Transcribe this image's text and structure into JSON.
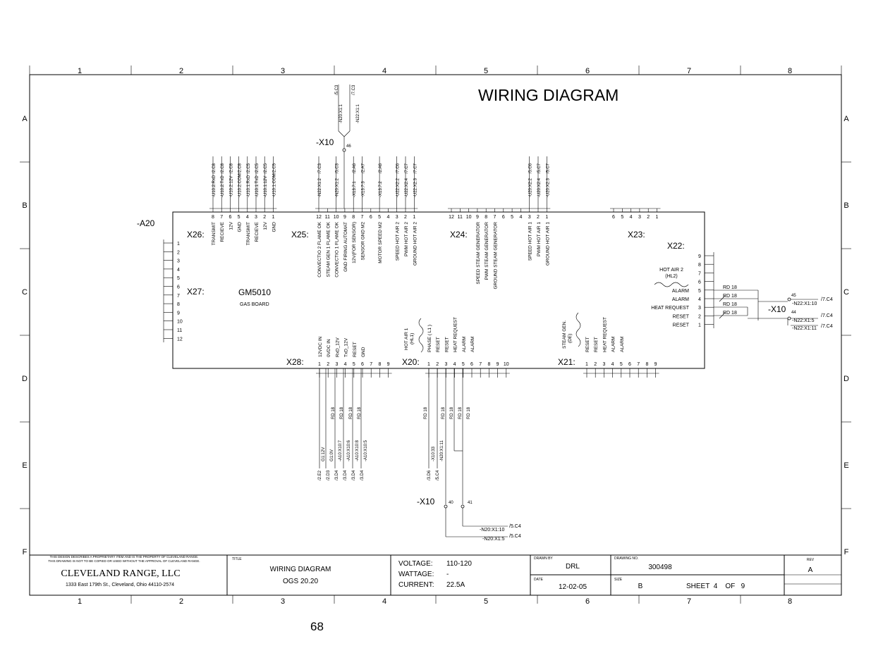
{
  "drawing": {
    "heading": "WIRING DIAGRAM",
    "zone_cols": [
      "1",
      "2",
      "3",
      "4",
      "5",
      "6",
      "7",
      "8"
    ],
    "zone_rows": [
      "A",
      "B",
      "C",
      "D",
      "E",
      "F"
    ]
  },
  "board": {
    "ref": "-A20",
    "model": "GM5010",
    "desc": "GAS BOARD",
    "x26": {
      "name": "X26:",
      "pins": [
        "8",
        "7",
        "6",
        "5",
        "4",
        "3",
        "2",
        "1"
      ],
      "signals": [
        "TRANSMIT",
        "RECIEVE",
        "12V",
        "GND",
        "TRANSMIT",
        "RECIEVE",
        "12V",
        "GND"
      ],
      "refs": [
        "-U10.2:RxD",
        "-U10.2:TxD",
        "-U10.2:12V",
        "-U10.2:COM",
        "-U10.1:RxD",
        "-U10.1:TxD",
        "-U10.1:12V",
        "-U10.1:COM"
      ],
      "zones": [
        "/2.C8",
        "/2.C8",
        "/2.C8",
        "/2.C8",
        "/2.C5",
        "/2.C5",
        "/2.C5",
        "/2.C5"
      ]
    },
    "x25": {
      "name": "X25:",
      "pins": [
        "12",
        "11",
        "10",
        "9",
        "8",
        "7",
        "6",
        "5",
        "4",
        "3",
        "2",
        "1"
      ],
      "signals": [
        "CONVECTIO 2 FLAME OK",
        "STEAM GEN 1 FLAME OK",
        "CONVECTIO 1 FLAME OK",
        "GND FIRING AUTOMAT",
        "12V(FOR SENSOR)",
        "SENSOR GND M2",
        "",
        "MOTOR SPEED M2",
        "",
        "SPEED HOT AIR 2",
        "PWM HOT AIR 2",
        "GROUND HOT AIR 2"
      ],
      "refs": [
        "-N22:X1:2",
        "",
        "-N20:X1:2",
        "",
        "-X13.7:1",
        "-X13.7:3",
        "",
        "-X13.7:2",
        "",
        "-U22:X2:2",
        "-U22:X2:4",
        "-U22:X2:3"
      ],
      "zones": [
        "/7.C3",
        "",
        "/5.C3",
        "",
        "/2.A6",
        "/2.A7",
        "",
        "/2.A6",
        "",
        "/7.C6",
        "/7.C7",
        "/7.C7"
      ]
    },
    "x24": {
      "name": "X24:",
      "pins": [
        "12",
        "11",
        "10",
        "9",
        "8",
        "7",
        "6",
        "5",
        "4",
        "3",
        "2",
        "1"
      ],
      "signals": [
        "",
        "",
        "",
        "SPEED STEAM GENERATOR",
        "PWM STEAM GENERATOR",
        "GROUND STEAM GENERATOR",
        "",
        "",
        "",
        "SPEED HOT AIR 1",
        "PWM HOT AIR 1",
        "GROUND HOT AIR 1"
      ],
      "refs": [
        "-U20:X2:2",
        "-U20:X2:4",
        "-U20:X2:3"
      ],
      "zones": [
        "/5.C6",
        "/5.C7",
        "/5.C7"
      ]
    },
    "x23": {
      "name": "X23:",
      "pins": [
        "6",
        "5",
        "4",
        "3",
        "2",
        "1"
      ]
    },
    "x22": {
      "name": "X22:",
      "pins": [
        "9",
        "8",
        "7",
        "6",
        "5",
        "4",
        "3",
        "2",
        "1"
      ],
      "group": "HOT AIR 2",
      "group_sub": "(HL2)",
      "signals": [
        "",
        "",
        "",
        "",
        "ALARM",
        "ALARM",
        "HEAT REQUEST",
        "RESET",
        "RESET"
      ]
    },
    "x27": {
      "name": "X27:",
      "pins": [
        "1",
        "2",
        "3",
        "4",
        "5",
        "6",
        "7",
        "8",
        "9",
        "10",
        "11",
        "12"
      ]
    },
    "x28": {
      "name": "X28:",
      "pins": [
        "1",
        "2",
        "3",
        "4",
        "5",
        "6",
        "7",
        "8",
        "9"
      ],
      "signals": [
        "12VDC IN",
        "0VDC IN",
        "RxD_12V",
        "TxD_12V",
        "RESET",
        "GND"
      ]
    },
    "x20": {
      "name": "X20:",
      "pins": [
        "1",
        "2",
        "3",
        "4",
        "5",
        "6",
        "7",
        "8",
        "9",
        "10"
      ],
      "group": "HOT AIR 1",
      "group_sub": "(HL1)",
      "phase": "PHASE ( L1 )",
      "signals": [
        "RESET",
        "RESET",
        "HEAT REQUEST",
        "ALARM",
        "ALARM"
      ]
    },
    "x21": {
      "name": "X21:",
      "pins": [
        "1",
        "2",
        "3",
        "4",
        "5",
        "6",
        "7",
        "8",
        "9"
      ],
      "group": "STEAM GEN.",
      "group_sub": "(DE)",
      "signals": [
        "RESET",
        "RESET",
        "HEAT REQUEST",
        "ALARM",
        "ALARM"
      ]
    }
  },
  "terminals": {
    "x10_top": {
      "name": "-X10",
      "num": "46",
      "refs": [
        "-N20:X1:1",
        "-N22:X1:1"
      ],
      "zones": [
        "/5.C3",
        "/7.C3"
      ]
    },
    "x10_right": {
      "name": "-X10",
      "wire": "RD 18",
      "nums": [
        "45",
        "44"
      ],
      "refs": [
        "-N22:X1:10",
        "-N22:X1:5",
        "-N22:X1:11"
      ],
      "zones": [
        "/7.C4",
        "/7.C4",
        "/7.C4"
      ]
    },
    "x10_bottom": {
      "name": "-X10",
      "nums": [
        "40",
        "41"
      ],
      "refs": [
        "-N20:X1:10",
        "-N20:X1:5"
      ],
      "zones": [
        "/5.C4",
        "/5.C4"
      ]
    },
    "x28_wires": {
      "colors": [
        "RD 18",
        "RD 18",
        "RD 18",
        "RD 18"
      ],
      "refs": [
        "G1:12V",
        "G1:0V",
        "-A10:X10:7",
        "-A10:X10:6",
        "-A10:X10:8",
        "-A10:X10:5"
      ],
      "zones": [
        "/2.E2",
        "/2.D3",
        "/3.D4",
        "/3.D4",
        "/3.D4",
        "/3.D4"
      ]
    },
    "x20_wires": {
      "colors": [
        "RD 18",
        "RD 18",
        "RD 18",
        "RD 18",
        "RD 18"
      ],
      "refs": [
        "-X10:33",
        "-N20:X1:11"
      ],
      "zones": [
        "/3.D6",
        "/5.C4"
      ]
    }
  },
  "title_block": {
    "notice_line1": "THIS DESIGN DESCRIBES A PROPRIETARY ITEM AND IS THE PROPERTY OF CLEVELAND RANGE.",
    "notice_line2": "THIS DRAWING IS NOT TO BE COPIED OR USED WITHOUT THE APPROVAL OF CLEVELAND RANGE.",
    "company": "CLEVELAND RANGE, LLC",
    "address": "1333 East 179th St., Cleveland, Ohio 44110-2574",
    "title_label": "TITLE",
    "title_line1": "WIRING DIAGRAM",
    "title_line2": "OGS 20.20",
    "voltage_label": "VOLTAGE:",
    "voltage": "110-120",
    "wattage_label": "WATTAGE:",
    "wattage": "-",
    "current_label": "CURRENT:",
    "current": "22.5A",
    "drawn_by_label": "DRAWN BY",
    "drawn_by": "DRL",
    "date_label": "DATE",
    "date": "12-02-05",
    "drawing_no_label": "DRAWING NO.",
    "drawing_no": "300498",
    "size_label": "SIZE",
    "size": "B",
    "sheet": "SHEET  4    OF   9",
    "rev_label": "REV",
    "rev": "A"
  },
  "page_number": "68"
}
